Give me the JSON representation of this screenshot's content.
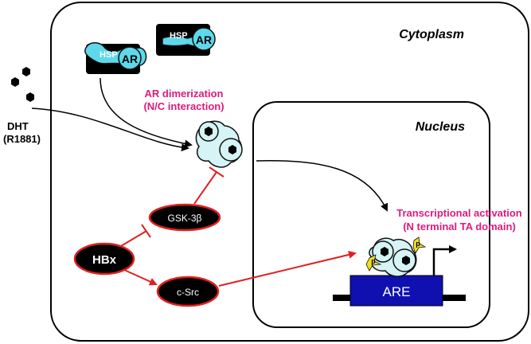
{
  "regions": {
    "cytoplasm": "Cytoplasm",
    "nucleus": "Nucleus"
  },
  "ligand": {
    "name": "DHT",
    "alt_name": "(R1881)"
  },
  "complexes": {
    "chaperone": "HSP",
    "receptor": "AR"
  },
  "annotations": {
    "dimerization_line1": "AR dimerization",
    "dimerization_line2": "(N/C interaction)",
    "activation_line1": "Transcriptional activation",
    "activation_line2": "(N terminal TA domain)"
  },
  "nodes": {
    "hbx": "HBx",
    "gsk": "GSK-3β",
    "src": "c-Src",
    "are": "ARE",
    "phospho": "p"
  },
  "colors": {
    "accent_text": "#e0197d",
    "inhibit": "#e02020",
    "receptor_fill": "#5ed8ea",
    "dimer_fill": "#d6f3f5",
    "are_box": "#1010b0",
    "phospho": "#f0e020"
  }
}
